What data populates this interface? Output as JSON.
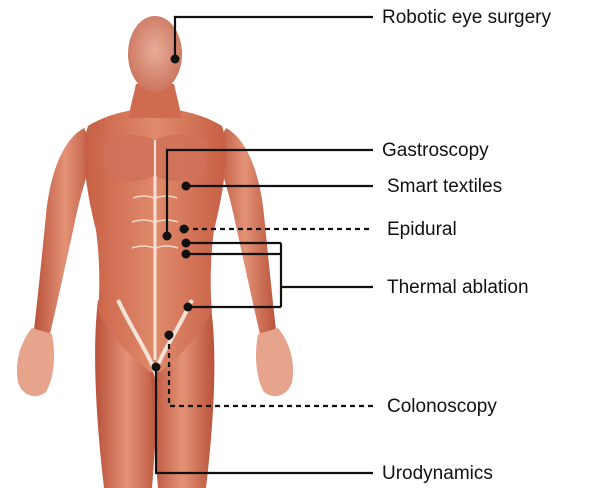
{
  "colors": {
    "muscle_base": "#d9785a",
    "muscle_dark": "#b9523a",
    "muscle_light": "#eba48a",
    "tendon": "#f2e3d6",
    "skin_face": "#e7b9a6",
    "line": "#111111",
    "background": "#ffffff"
  },
  "labels": {
    "robotic_eye_surgery": "Robotic eye surgery",
    "gastroscopy": "Gastroscopy",
    "smart_textiles": "Smart textiles",
    "epidural": "Epidural",
    "thermal_ablation": "Thermal ablation",
    "colonoscopy": "Colonoscopy",
    "urodynamics": "Urodynamics"
  },
  "connector_styles": {
    "robotic_eye_surgery": "solid",
    "gastroscopy": "solid",
    "smart_textiles": "solid",
    "epidural": "dashed",
    "thermal_ablation": "solid",
    "colonoscopy": "dashed",
    "urodynamics": "solid"
  }
}
